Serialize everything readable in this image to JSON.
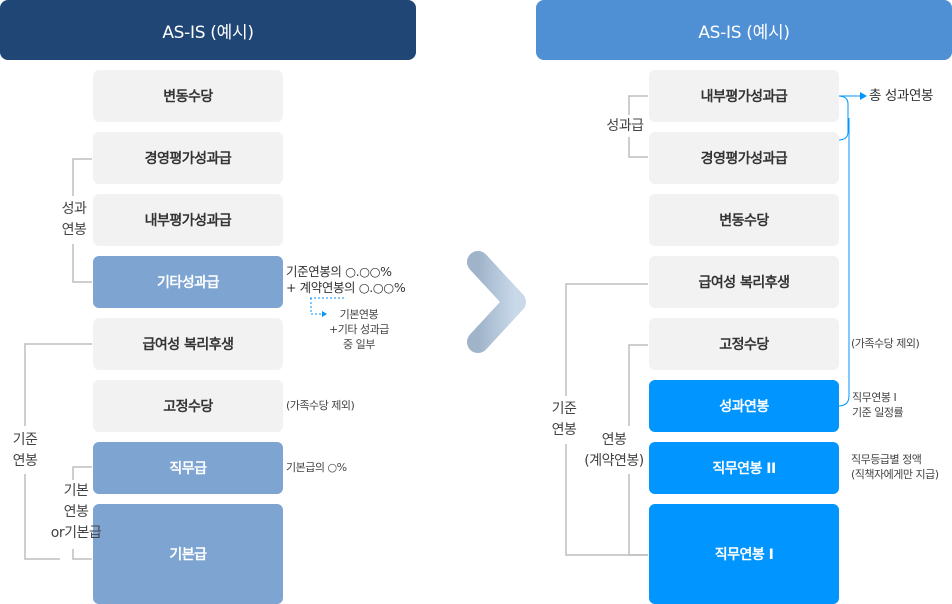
{
  "left": {
    "title": "AS-IS (예시)",
    "boxes": {
      "variable_allowance": "변동수당",
      "mgmt_eval_bonus": "경영평가성과급",
      "internal_eval_bonus": "내부평가성과급",
      "other_bonus": "기타성과급",
      "welfare": "급여성 복리후생",
      "fixed_allowance": "고정수당",
      "job_pay": "직무급",
      "base_pay": "기본급"
    },
    "labels": {
      "performance_salary": "성과\n연봉",
      "standard_salary": "기준\n연봉",
      "base_salary": "기본\n연봉\nor기본급"
    },
    "notes": {
      "other_bonus_rate": "기준연봉의 ○.○○%\n+ 계약연봉의 ○.○○%",
      "other_bonus_detail": "기본연봉\n+기타 성과급\n중 일부",
      "fixed_allowance_note": "(가족수당 제외)",
      "job_pay_note": "기본급의 ○%"
    }
  },
  "right": {
    "title": "AS-IS (예시)",
    "boxes": {
      "internal_eval_bonus": "내부평가성과급",
      "mgmt_eval_bonus": "경영평가성과급",
      "variable_allowance": "변동수당",
      "welfare": "급여성 복리후생",
      "fixed_allowance": "고정수당",
      "performance_salary": "성과연봉",
      "job_salary_2": "직무연봉 II",
      "job_salary_1": "직무연봉 I"
    },
    "labels": {
      "bonus": "성과급",
      "standard_salary": "기준\n연봉",
      "salary_contract": "연봉\n(계약연봉)"
    },
    "notes": {
      "total_performance": "총 성과연봉",
      "fixed_allowance_note": "(가족수당 제외)",
      "performance_salary_note": "직무연봉 I\n기준 일정률",
      "job_salary_2_note": "직무등급별 정액\n(직책자에게만 지급)"
    }
  },
  "colors": {
    "left_header": "#1f4675",
    "right_header": "#4f8fd4",
    "steel_box": "#7ea4d2",
    "bright_box": "#0095ff",
    "gray_box": "#f2f2f2"
  }
}
